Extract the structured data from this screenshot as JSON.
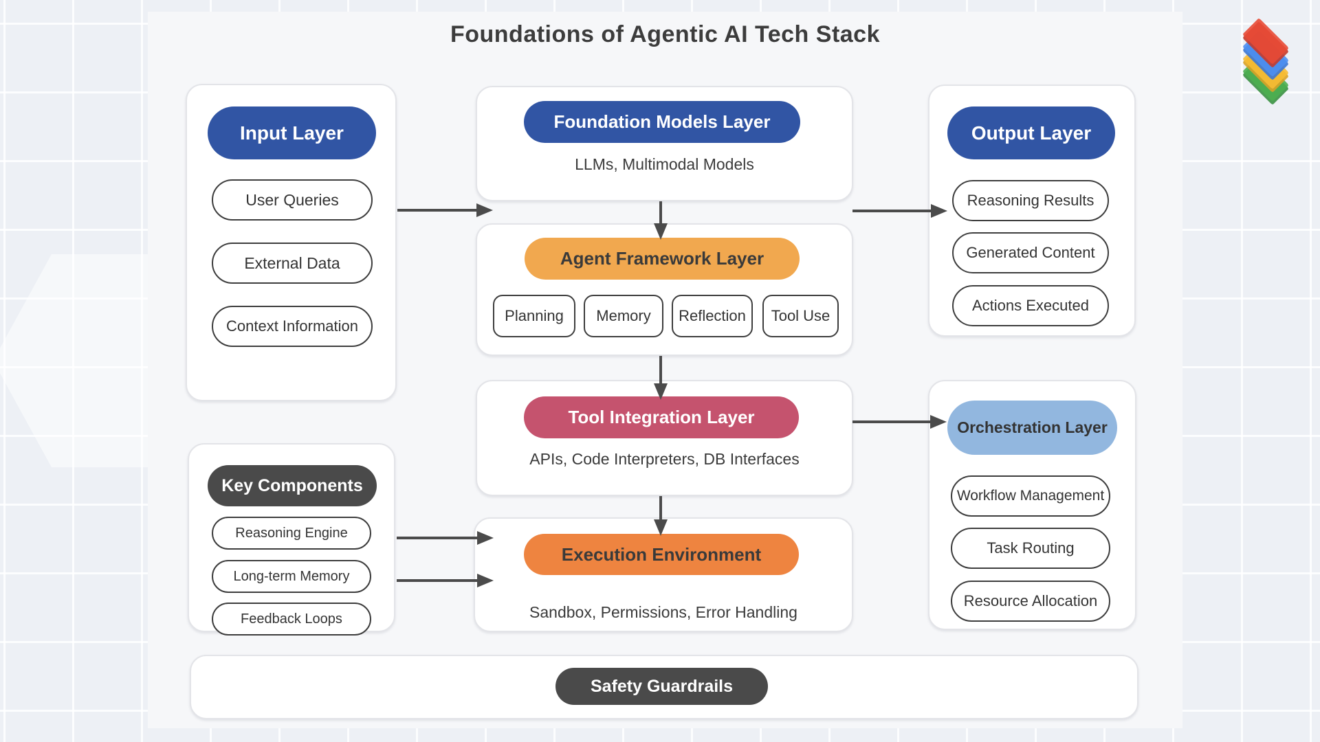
{
  "title": "Foundations of Agentic AI Tech Stack",
  "logo": {
    "name": "layer-stack-logo",
    "layer_colors": [
      "#e84a35",
      "#4d8ff2",
      "#f7bc34",
      "#4caf50"
    ]
  },
  "colors": {
    "header_blue": "#3155a4",
    "agent_orange": "#f1a84f",
    "execution_orange": "#ee8440",
    "tool_red": "#c5536e",
    "orchestration_light_blue": "#92b7df",
    "dark_gray": "#4a4a4a",
    "arrow": "#4b4b4b",
    "canvas": "#f6f7f9"
  },
  "groups": {
    "input": {
      "header": "Input Layer",
      "items": [
        "User Queries",
        "External Data",
        "Context Information"
      ]
    },
    "foundation": {
      "header": "Foundation Models Layer",
      "subtitle": "LLMs, Multimodal Models"
    },
    "agent": {
      "header": "Agent Framework Layer",
      "items": [
        "Planning",
        "Memory",
        "Reflection",
        "Tool Use"
      ]
    },
    "output": {
      "header": "Output Layer",
      "items": [
        "Reasoning Results",
        "Generated Content",
        "Actions Executed"
      ]
    },
    "tool": {
      "header": "Tool Integration Layer",
      "subtitle": "APIs, Code Interpreters, DB Interfaces"
    },
    "orchestration": {
      "header": "Orchestration Layer",
      "items": [
        "Workflow Management",
        "Task Routing",
        "Resource Allocation"
      ]
    },
    "key_components": {
      "header": "Key Components",
      "items": [
        "Reasoning Engine",
        "Long-term Memory",
        "Feedback Loops"
      ]
    },
    "execution": {
      "header": "Execution Environment",
      "subtitle": "Sandbox, Permissions, Error Handling"
    },
    "safety": {
      "header": "Safety Guardrails"
    }
  },
  "connections": [
    {
      "from": "input-layer",
      "to": "center-stack"
    },
    {
      "from": "foundation-models-layer",
      "to": "agent-framework-layer"
    },
    {
      "from": "center-stack",
      "to": "output-layer"
    },
    {
      "from": "agent-framework-layer",
      "to": "tool-integration-layer"
    },
    {
      "from": "tool-integration-layer",
      "to": "orchestration-layer"
    },
    {
      "from": "tool-integration-layer",
      "to": "execution-environment"
    },
    {
      "from": "key-components",
      "to": "execution-environment"
    },
    {
      "from": "key-components",
      "to": "execution-environment"
    }
  ]
}
